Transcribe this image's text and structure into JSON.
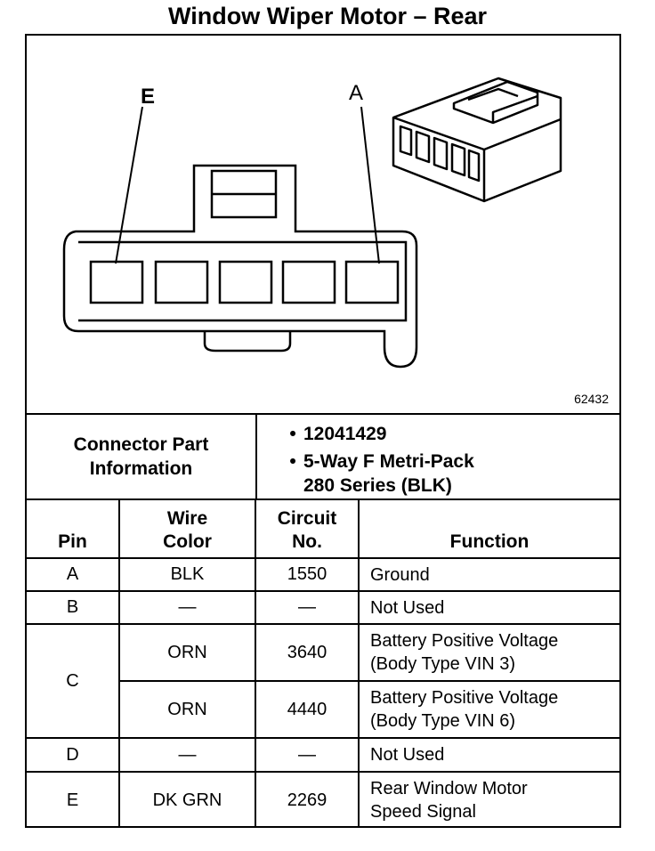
{
  "title": "Window Wiper Motor – Rear",
  "figure_number": "62432",
  "pin_labels": {
    "left": "E",
    "right": "A"
  },
  "connector_info": {
    "label": "Connector Part\nInformation",
    "items": [
      "12041429",
      "5-Way F Metri-Pack\n280 Series (BLK)"
    ]
  },
  "table": {
    "headers": {
      "pin": "Pin",
      "wire_color": "Wire\nColor",
      "circuit": "Circuit\nNo.",
      "function": "Function"
    },
    "rows": [
      {
        "pin": "A",
        "wire_color": "BLK",
        "circuit": "1550",
        "function": "Ground"
      },
      {
        "pin": "B",
        "wire_color": "—",
        "circuit": "—",
        "function": "Not Used"
      },
      {
        "pin": "C",
        "wire_color": "ORN",
        "circuit": "3640",
        "function": "Battery Positive Voltage\n(Body Type VIN 3)"
      },
      {
        "pin": "",
        "wire_color": "ORN",
        "circuit": "4440",
        "function": "Battery Positive Voltage\n(Body Type VIN 6)"
      },
      {
        "pin": "D",
        "wire_color": "—",
        "circuit": "—",
        "function": "Not Used"
      },
      {
        "pin": "E",
        "wire_color": "DK GRN",
        "circuit": "2269",
        "function": "Rear Window Motor\nSpeed Signal"
      }
    ]
  }
}
